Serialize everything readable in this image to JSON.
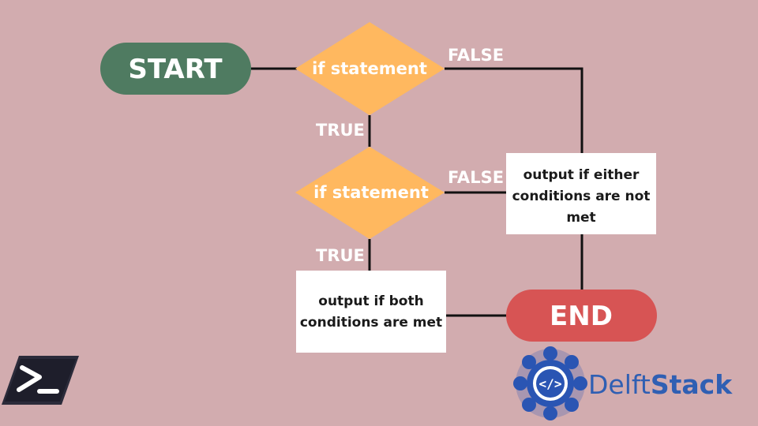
{
  "nodes": {
    "start": {
      "label": "START",
      "color": "#4f7b61"
    },
    "decision1": {
      "label": "if statement",
      "color": "#ffb85f"
    },
    "decision2": {
      "label": "if statement",
      "color": "#ffb85f"
    },
    "output_not_met": {
      "lines": [
        "output if either",
        "conditions are not",
        "met"
      ]
    },
    "output_met": {
      "lines": [
        "output if both",
        "conditions are met"
      ]
    },
    "end": {
      "label": "END",
      "color": "#d75454"
    }
  },
  "edges": {
    "d1_false": "FALSE",
    "d1_true": "TRUE",
    "d2_false": "FALSE",
    "d2_true": "TRUE"
  },
  "brand": {
    "delft": "Delft",
    "stack": "Stack",
    "color": "#2f5fb3"
  },
  "icons": {
    "powershell": "powershell-icon",
    "logo": "delftstack-logo-icon"
  }
}
